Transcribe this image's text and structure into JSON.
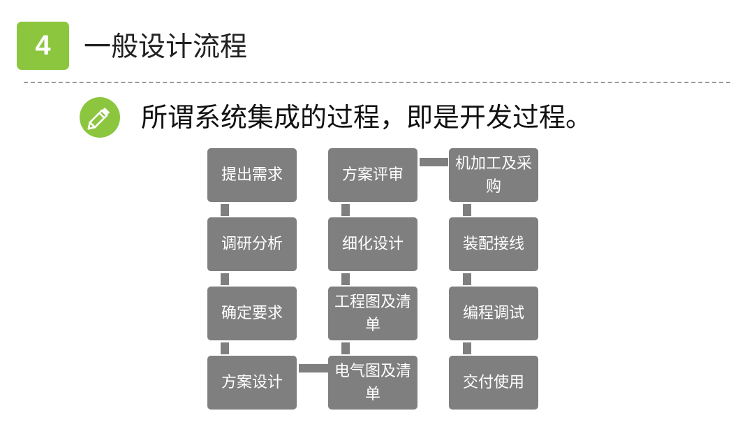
{
  "header": {
    "section_number": "4",
    "section_title": "一般设计流程"
  },
  "subtitle": {
    "icon": "pencil-icon",
    "text": "所谓系统集成的过程，即是开发过程。"
  },
  "colors": {
    "accent": "#8cc63f",
    "node_fill": "#7f7f7f",
    "node_text": "#ffffff",
    "divider": "#9a9a9a"
  },
  "flowchart": {
    "columns": [
      {
        "nodes": [
          "提出需求",
          "调研分析",
          "确定要求",
          "方案设计"
        ]
      },
      {
        "nodes": [
          "方案评审",
          "细化设计",
          "工程图及清单",
          "电气图及清单"
        ]
      },
      {
        "nodes": [
          "机加工及采购",
          "装配接线",
          "编程调试",
          "交付使用"
        ]
      }
    ],
    "cross_links": [
      {
        "from": "方案设计",
        "to": "电气图及清单"
      },
      {
        "from": "方案评审",
        "to": "机加工及采购"
      }
    ]
  }
}
